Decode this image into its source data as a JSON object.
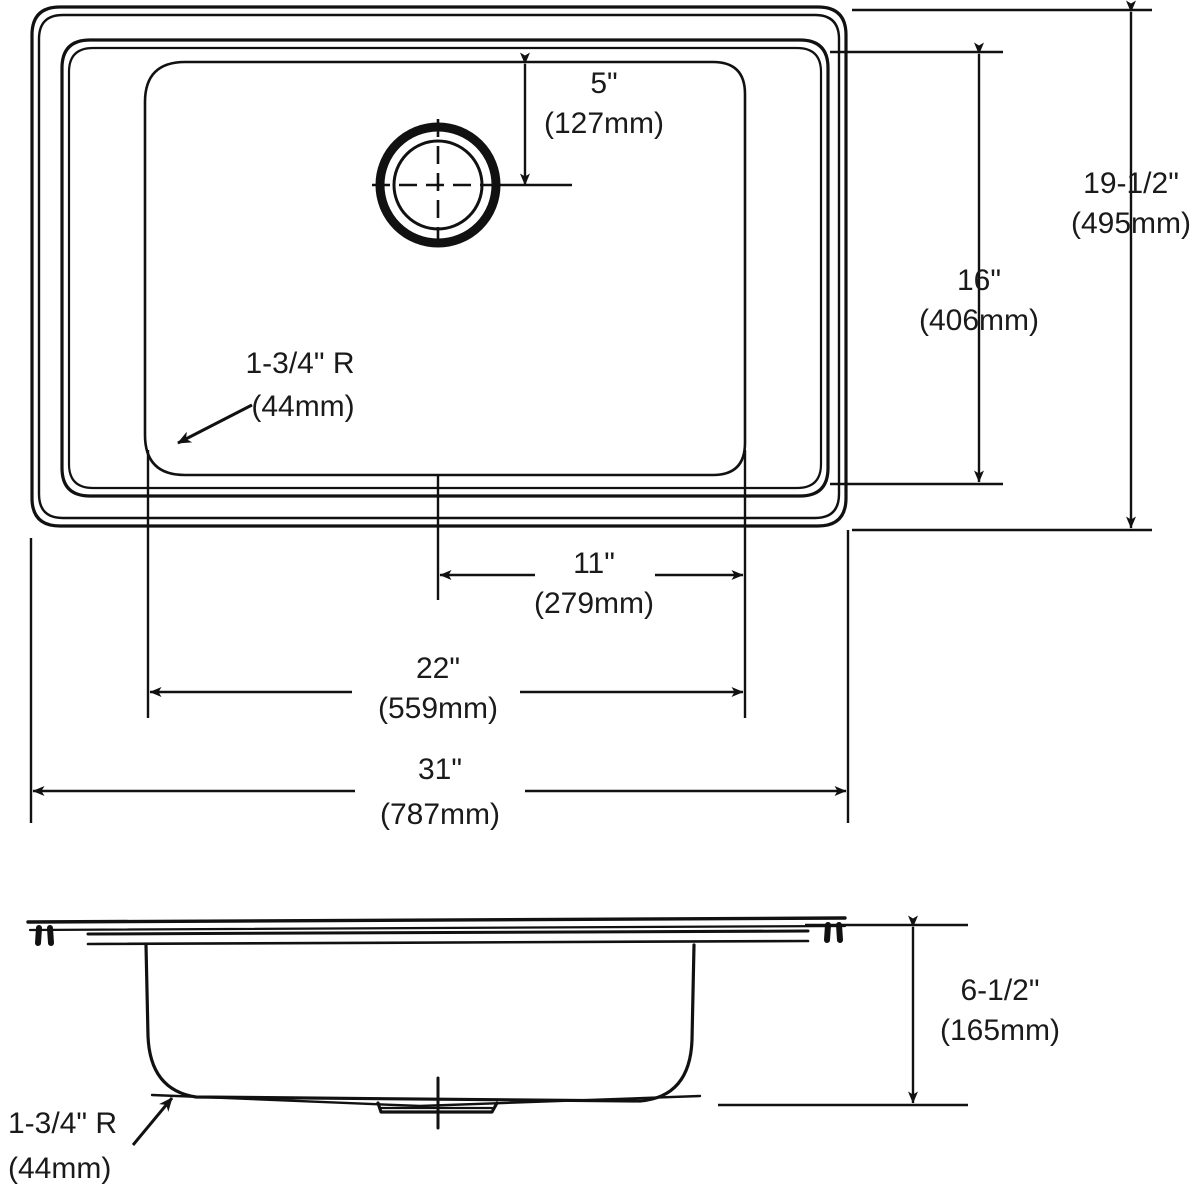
{
  "drawing": {
    "title": "Kitchen Sink Specification Drawing",
    "line_color": "#111111",
    "text_color": "#1a1a1a",
    "background": "#ffffff",
    "views": [
      {
        "name": "top-view",
        "label": ""
      },
      {
        "name": "section-view",
        "label": ""
      }
    ]
  },
  "dimensions": {
    "drain_offset_from_back": {
      "name": "drain-offset-dimension",
      "imperial": "5\"",
      "metric": "(127mm)"
    },
    "bowl_depth_front_to_back": {
      "name": "bowl-depth-dimension",
      "imperial": "16\"",
      "metric": "(406mm)"
    },
    "overall_front_to_back": {
      "name": "overall-depth-dimension",
      "imperial": "19-1/2\"",
      "metric": "(495mm)"
    },
    "corner_radius_top": {
      "name": "corner-radius-callout-top",
      "imperial": "1-3/4\" R",
      "metric": "(44mm)"
    },
    "drain_offset_from_right": {
      "name": "drain-horizontal-dimension",
      "imperial": "11\"",
      "metric": "(279mm)"
    },
    "bowl_width": {
      "name": "bowl-width-dimension",
      "imperial": "22\"",
      "metric": "(559mm)"
    },
    "overall_width": {
      "name": "overall-width-dimension",
      "imperial": "31\"",
      "metric": "(787mm)"
    },
    "bowl_height": {
      "name": "bowl-height-dimension",
      "imperial": "6-1/2\"",
      "metric": "(165mm)"
    },
    "corner_radius_bottom": {
      "name": "corner-radius-callout-bottom",
      "imperial": "1-3/4\" R",
      "metric": "(44mm)"
    }
  }
}
